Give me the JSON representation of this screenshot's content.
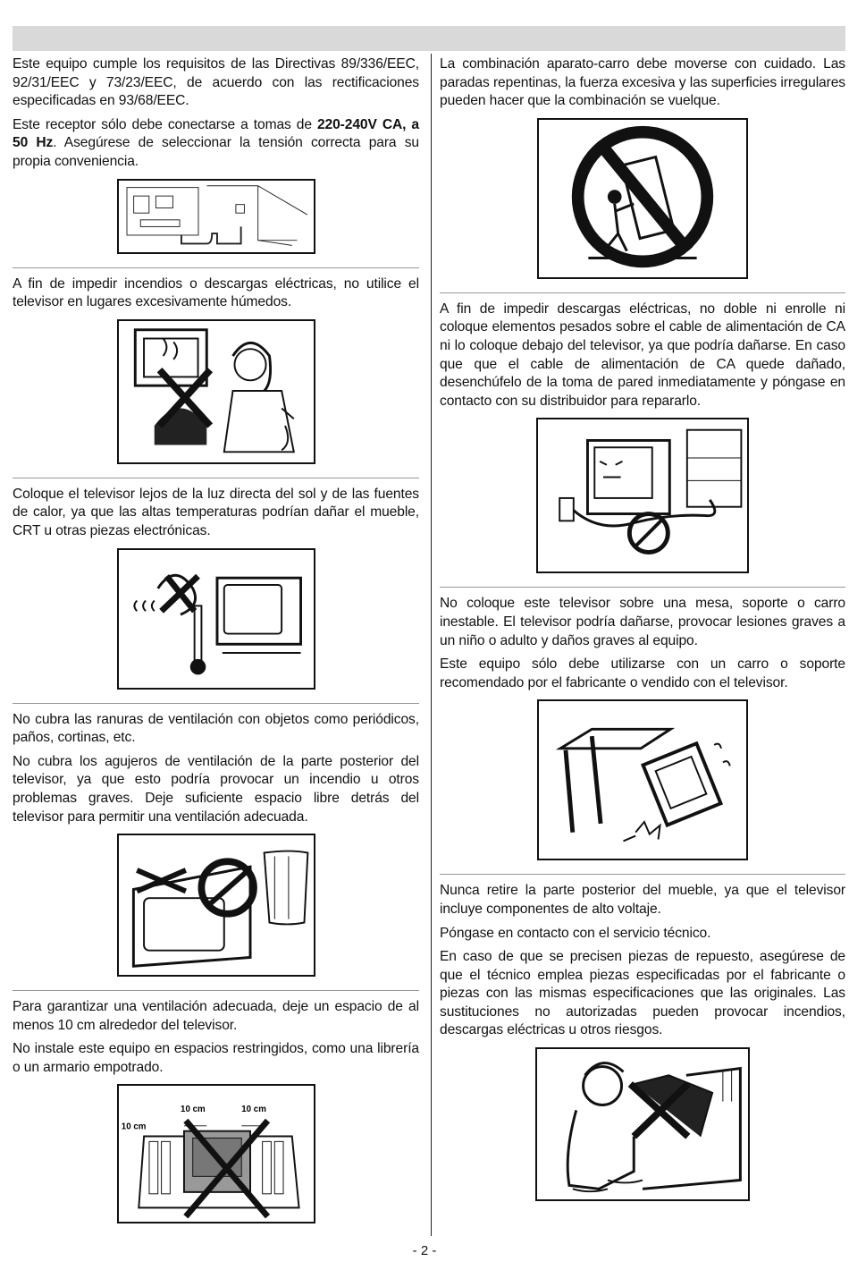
{
  "left": [
    {
      "paras": [
        "Este equipo cumple los requisitos de las Directivas 89/336/EEC, 92/31/EEC y 73/23/EEC, de acuerdo con las rectificaciones especificadas en 93/68/EEC.",
        [
          "Este receptor sólo debe conectarse a tomas de ",
          "220-240V CA, a 50 Hz",
          ". Asegúrese de seleccionar la tensión correcta para su propia conveniencia."
        ]
      ]
    },
    {
      "paras": [
        "A fin de impedir incendios o descargas eléctricas, no utilice el televisor en lugares excesivamente húmedos."
      ]
    },
    {
      "paras": [
        "Coloque el televisor lejos de la luz directa del sol y de las fuentes de calor, ya que las altas temperaturas podrían dañar el mueble, CRT u otras piezas electrónicas."
      ]
    },
    {
      "paras": [
        "No cubra las ranuras de ventilación con objetos como periódicos, paños, cortinas, etc.",
        "No cubra los agujeros de ventilación de la parte posterior del televisor, ya que esto podría provocar un incendio u otros problemas graves. Deje suficiente espacio libre detrás del televisor para permitir una ventilación adecuada."
      ]
    },
    {
      "paras": [
        "Para garantizar una ventilación adecuada, deje un espacio de al menos 10 cm alrededor del televisor.",
        "No instale este equipo en espacios restringidos, como una librería o un armario empotrado."
      ],
      "fig_labels": [
        "10 cm",
        "10 cm",
        "10 cm"
      ]
    }
  ],
  "right": [
    {
      "paras": [
        "La combinación aparato-carro debe moverse con cuidado. Las paradas repentinas, la fuerza excesiva y las superficies irregulares pueden hacer que la combinación se vuelque."
      ]
    },
    {
      "paras": [
        "A fin de impedir descargas eléctricas, no doble ni enrolle ni coloque elementos pesados sobre el cable de alimentación de CA ni lo coloque debajo del televisor, ya que podría dañarse. En caso que que el cable de alimentación de CA quede dañado, desenchúfelo de la toma de pared inmediatamente y póngase en contacto con su distribuidor para repararlo."
      ]
    },
    {
      "paras": [
        "No coloque este televisor sobre una mesa, soporte o carro inestable. El televisor podría dañarse, provocar lesiones graves a un niño o adulto y daños graves al equipo.",
        "Este equipo sólo debe utilizarse con un carro o soporte recomendado por el fabricante o vendido con el televisor."
      ]
    },
    {
      "paras": [
        "Nunca retire la parte posterior del mueble, ya que el televisor incluye componentes de alto voltaje.",
        "Póngase en contacto con el servicio técnico.",
        "En caso de que se precisen piezas de repuesto, asegúrese de que el técnico emplea piezas especificadas por el fabricante o piezas con las mismas especificaciones que las originales. Las sustituciones no autorizadas pueden provocar incendios, descargas eléctricas u otros riesgos."
      ]
    }
  ],
  "page_number": "- 2 -"
}
